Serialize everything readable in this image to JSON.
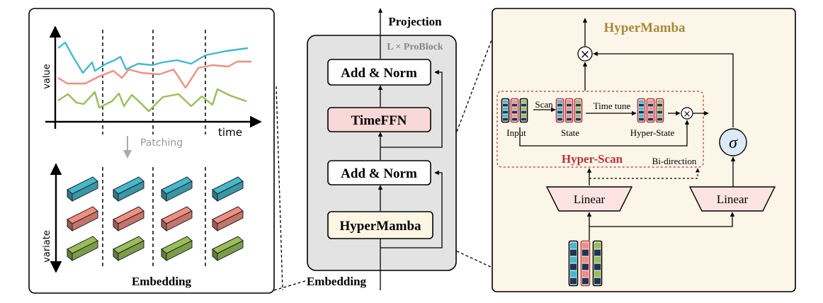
{
  "panels": {
    "left": {
      "value_label": "value",
      "time_label": "time",
      "patching_label": "Patching",
      "variate_label": "variate",
      "embedding_label": "Embedding"
    },
    "middle": {
      "projection_label": "Projection",
      "block_label": "L × ProBlock",
      "add_norm_top": "Add & Norm",
      "timeffn": "TimeFFN",
      "add_norm_bottom": "Add & Norm",
      "hypermamba": "HyperMamba",
      "embedding_label": "Embedding"
    },
    "right": {
      "title": "HyperMamba",
      "input_label": "Input",
      "scan_label": "Scan",
      "state_label": "State",
      "time_tune_label": "Time tune",
      "hyper_state_label": "Hyper-State",
      "hyper_scan_label": "Hyper-Scan",
      "bi_direction_label": "Bi-direction",
      "linear_left": "Linear",
      "linear_right": "Linear",
      "sigma": "σ",
      "multiply_symbol": "×"
    }
  },
  "colors": {
    "blue": "#45b8cc",
    "red": "#ef8f82",
    "green": "#98be5a",
    "dark_red": "#b8303c",
    "title_gold": "#a8893a",
    "cream_bg": "#fcf6e8",
    "block_bg": "#e3e3e3",
    "timeffn_bg": "#fad8d8",
    "hypermamba_bg": "#fcf6e3",
    "linear_bg": "#fde4e2",
    "sigma_bg": "#dce9f6",
    "cell_navy": "#1e3554"
  }
}
